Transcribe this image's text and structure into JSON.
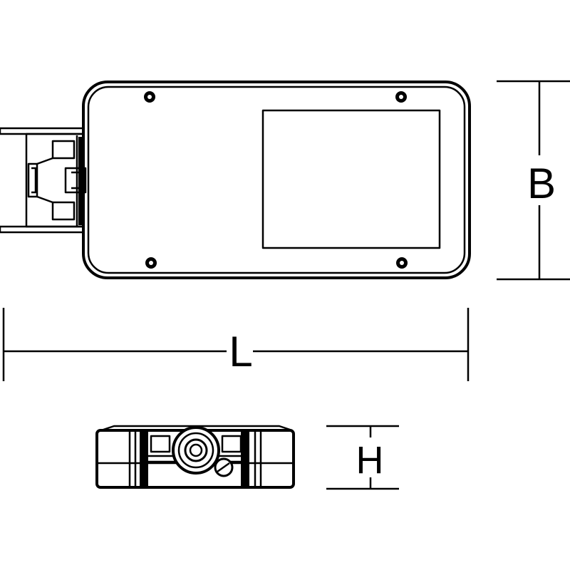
{
  "diagram": {
    "dimensions": {
      "width_label": "B",
      "length_label": "L",
      "height_label": "H"
    },
    "colors": {
      "stroke": "#000000",
      "background": "#ffffff"
    }
  }
}
